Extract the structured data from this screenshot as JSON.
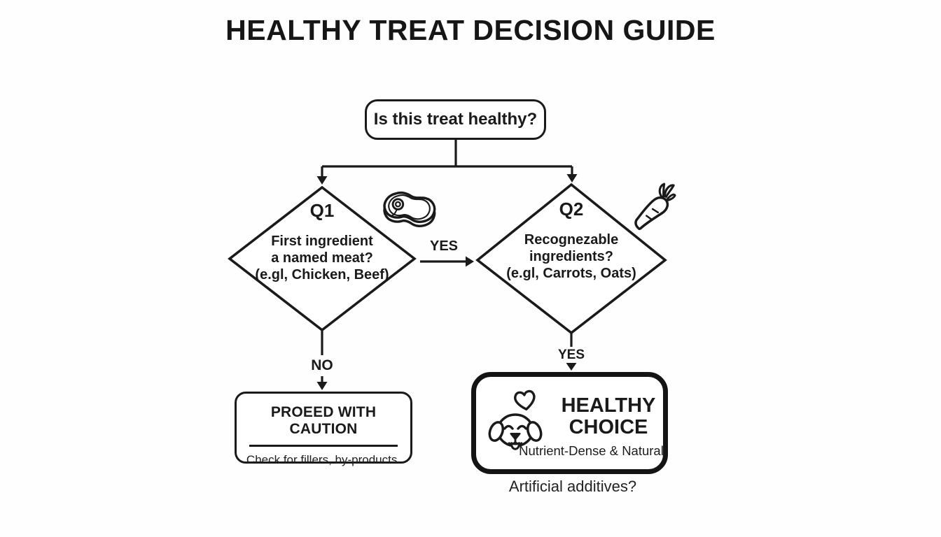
{
  "colors": {
    "ink": "#1a1a1a",
    "background": "#ffffff"
  },
  "title": "HEALTHY TREAT DECISION GUIDE",
  "start_node": {
    "label": "Is this treat healthy?"
  },
  "questions": {
    "q1": {
      "id": "Q1",
      "lines": [
        "First ingredient",
        "a named meat?",
        "(e.gl, Chicken, Beef)"
      ],
      "icon": "steak-icon"
    },
    "q2": {
      "id": "Q2",
      "lines": [
        "Recognezable",
        "ingredients?",
        "(e.gl, Carrots, Oats)"
      ],
      "icon": "carrot-icon"
    }
  },
  "edges": {
    "q1_to_q2_label": "YES",
    "q1_to_caution_label": "NO",
    "q2_to_healthy_label": "YES"
  },
  "outcomes": {
    "caution": {
      "title": "PROEED WITH CAUTION",
      "subtitle": "Check for fillers, by-products."
    },
    "healthy": {
      "title_line1": "HEALTHY",
      "title_line2": "CHOICE",
      "subtitle": "Nutrient-Dense & Natural",
      "icons": [
        "dog-icon",
        "heart-icon"
      ]
    }
  },
  "footnote": "Artificial additives?"
}
